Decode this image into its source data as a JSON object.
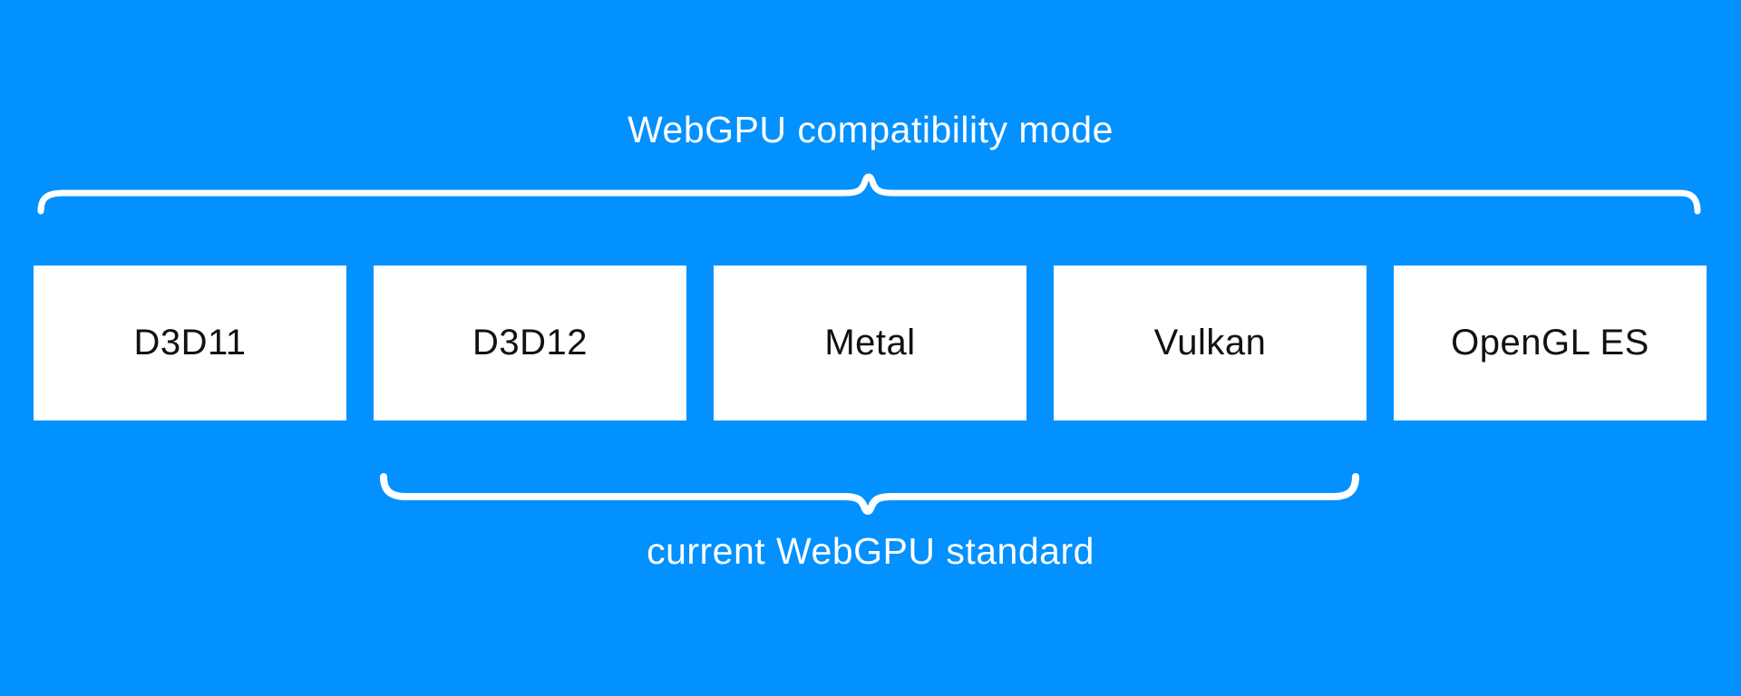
{
  "diagram": {
    "top_brace_label": "WebGPU compatibility mode",
    "bottom_brace_label": "current WebGPU standard",
    "boxes": [
      {
        "label": "D3D11"
      },
      {
        "label": "D3D12"
      },
      {
        "label": "Metal"
      },
      {
        "label": "Vulkan"
      },
      {
        "label": "OpenGL ES"
      }
    ]
  },
  "colors": {
    "background": "#0291fe",
    "box-fill": "#ffffff",
    "box-text": "#111111",
    "label-text": "#ffffff",
    "brace-stroke": "#ffffff"
  }
}
